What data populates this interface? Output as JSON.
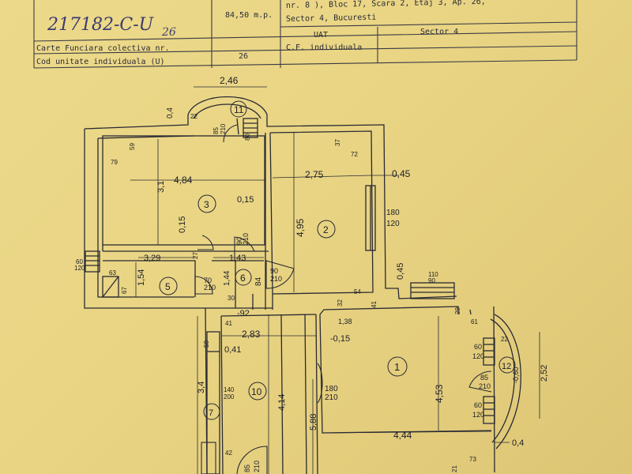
{
  "header": {
    "handwritten_id": "217182-C-U",
    "handwritten_sub": "26",
    "area": "84,50 m.p.",
    "address_line1": "nr. 8 ), Bloc 17, Scara 2, Etaj 3, Ap. 26,",
    "address_line2": "Sector 4, Bucuresti",
    "uat_label": "UAT",
    "uat_value": "Sector 4",
    "cf_colectiva_label": "Carte Funciara colectiva nr.",
    "cod_label": "Cod unitate individuala (U)",
    "cod_value": "26",
    "cf_individuala_label": "C.F. individuala"
  },
  "rooms": {
    "r1": "1",
    "r2": "2",
    "r3": "3",
    "r5": "5",
    "r6": "6",
    "r7": "7",
    "r10": "10",
    "r11": "11",
    "r12": "12"
  },
  "dimensions": {
    "d_246": "2,46",
    "d_04_top": "0,4",
    "d_484": "4,84",
    "d_275": "2,75",
    "d_045_a": "0,45",
    "d_015_a": "0,15",
    "d_31": "3,1",
    "d_495": "4,95",
    "d_015_b": "0,15",
    "d_180": "180",
    "d_120": "120",
    "d_045_b": "0,45",
    "d_329": "3,29",
    "d_143": "1,43",
    "d_154": "1,54",
    "d_144": "1,44",
    "d_84": "84",
    "d_92": "-92",
    "d_283": "2,83",
    "d_015_c": "-0,15",
    "d_138": "1,38",
    "d_041": "0,41",
    "d_34": "3,4",
    "d_414": "4,14",
    "d_453": "4,53",
    "d_252": "2,52",
    "d_060": "-0,60",
    "d_588": "5,88",
    "d_444": "4,44",
    "d_04_bot": "0,4",
    "d_180_210": "180",
    "d_210_a": "210",
    "d_90": "90",
    "d_210_b": "210",
    "d_90b": "90",
    "d_210_c": "210",
    "d_70": "70",
    "d_210_d": "210",
    "d_85": "85",
    "d_210_e": "210",
    "d_85b": "85",
    "d_210_f": "210",
    "d_60a": "60",
    "d_120a": "120",
    "d_60b": "60",
    "d_120b": "120",
    "d_60c": "60",
    "d_120c": "120",
    "d_79": "79",
    "d_59": "59",
    "d_37": "37",
    "d_72": "72",
    "d_63": "63",
    "d_67": "67",
    "d_27": "27",
    "d_30": "30",
    "d_41a": "41",
    "d_41b": "41",
    "d_32": "32",
    "d_54": "54",
    "d_29": "29",
    "d_61": "61",
    "d_22": "22",
    "d_73": "73",
    "d_21": "21",
    "d_42": "42",
    "d_140": "140",
    "d_200": "200",
    "d_110": "110",
    "d_90c": "90",
    "d_85c": "85",
    "d_210g": "210",
    "d_50": "50",
    "d_80": "80",
    "d_22b": "22"
  }
}
